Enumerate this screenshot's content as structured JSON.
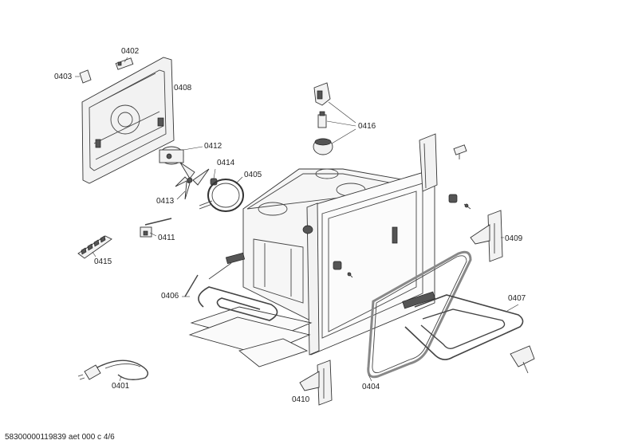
{
  "diagram": {
    "part_labels": {
      "p0401": "0401",
      "p0402": "0402",
      "p0403": "0403",
      "p0404": "0404",
      "p0405": "0405",
      "p0406": "0406",
      "p0407": "0407",
      "p0408": "0408",
      "p0409": "0409",
      "p0410": "0410",
      "p0411": "0411",
      "p0412": "0412",
      "p0413": "0413",
      "p0414": "0414",
      "p0415": "0415",
      "p0416": "0416"
    },
    "footer": "58300000119839 aet 000 c 4/6"
  }
}
